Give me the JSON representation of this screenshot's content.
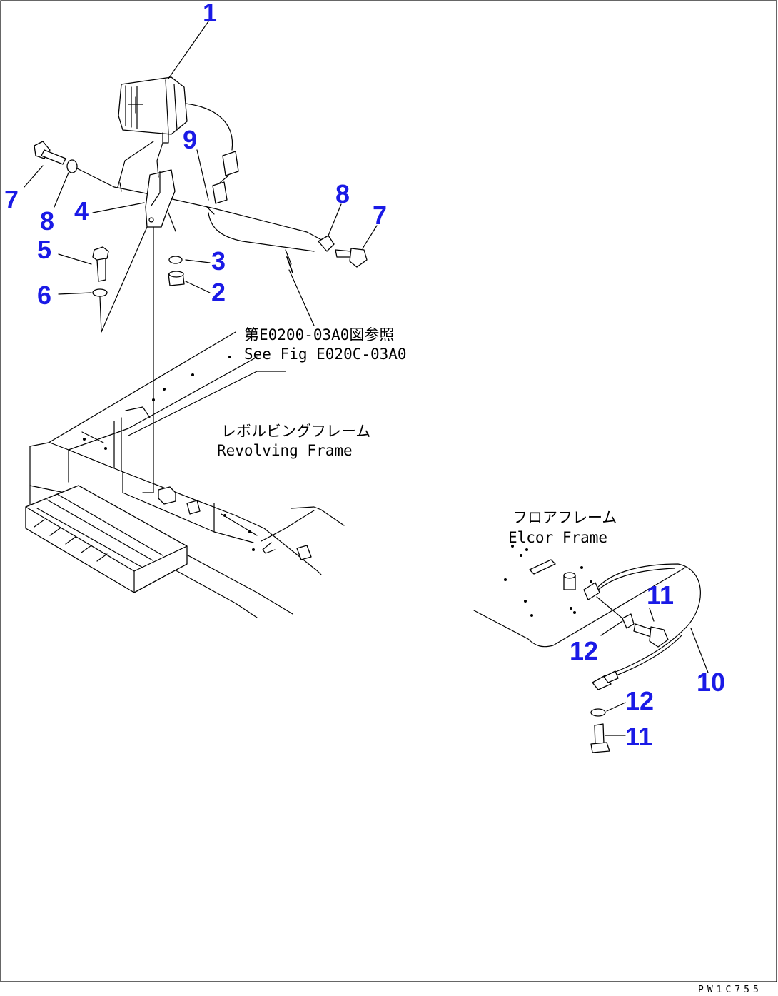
{
  "callouts": {
    "c1": "1",
    "c2": "2",
    "c3": "3",
    "c4": "4",
    "c5": "5",
    "c6": "6",
    "c7a": "7",
    "c7b": "7",
    "c8a": "8",
    "c8b": "8",
    "c9": "9",
    "c10": "10",
    "c11a": "11",
    "c11b": "11",
    "c12a": "12",
    "c12b": "12"
  },
  "notes": {
    "ref_jp": "第E0200-03A0図参照",
    "ref_en": "See Fig E020C-03A0",
    "revolving_jp": "レボルビングフレーム",
    "revolving_en": "Revolving Frame",
    "floor_jp": "フロアフレーム",
    "floor_en": "Elcor Frame"
  },
  "drawing_code": "PW1C755"
}
